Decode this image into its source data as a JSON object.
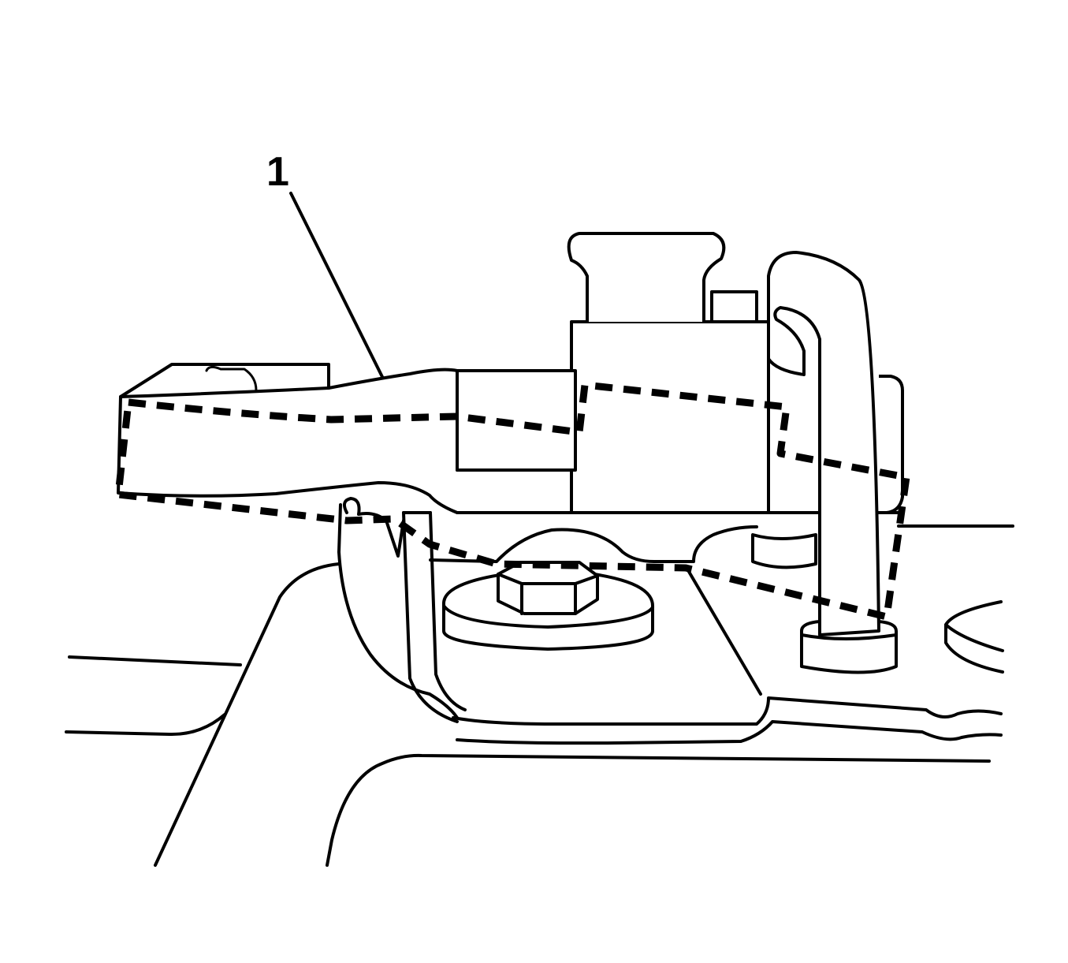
{
  "figure": {
    "type": "service-manual line illustration",
    "background": "#ffffff",
    "line_color": "#000000",
    "callouts": [
      {
        "id": 1,
        "label": "1",
        "target": "wiring harness routing (dashed outline)"
      }
    ],
    "legend": {
      "dashed_line": "harness / component routing outline"
    }
  }
}
